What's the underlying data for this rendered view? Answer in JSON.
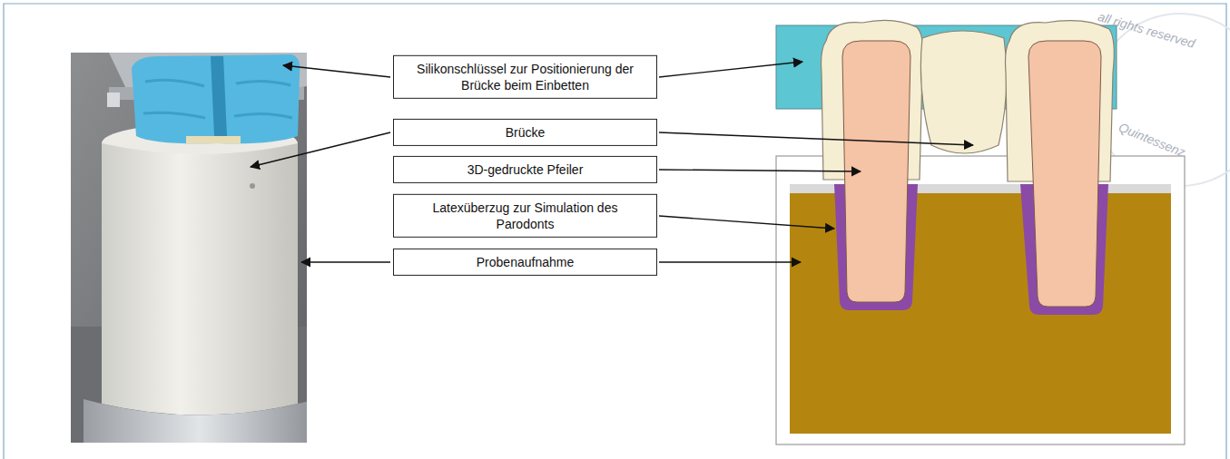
{
  "diagram": {
    "nodes": [
      {
        "text": [
          "Silikonschlüssel zur Positionierung der Brücke beim Einbetten"
        ]
      },
      {
        "text": [
          "Brücke"
        ]
      },
      {
        "text": [
          "3D-gedruckte Pfeiler"
        ]
      },
      {
        "text": [
          "Latexüberzug zur Simulation des Parodonts"
        ]
      },
      {
        "text": [
          "Probenaufnahme"
        ]
      }
    ],
    "labels": [
      "all rights reserved",
      "Quintessenz"
    ]
  }
}
